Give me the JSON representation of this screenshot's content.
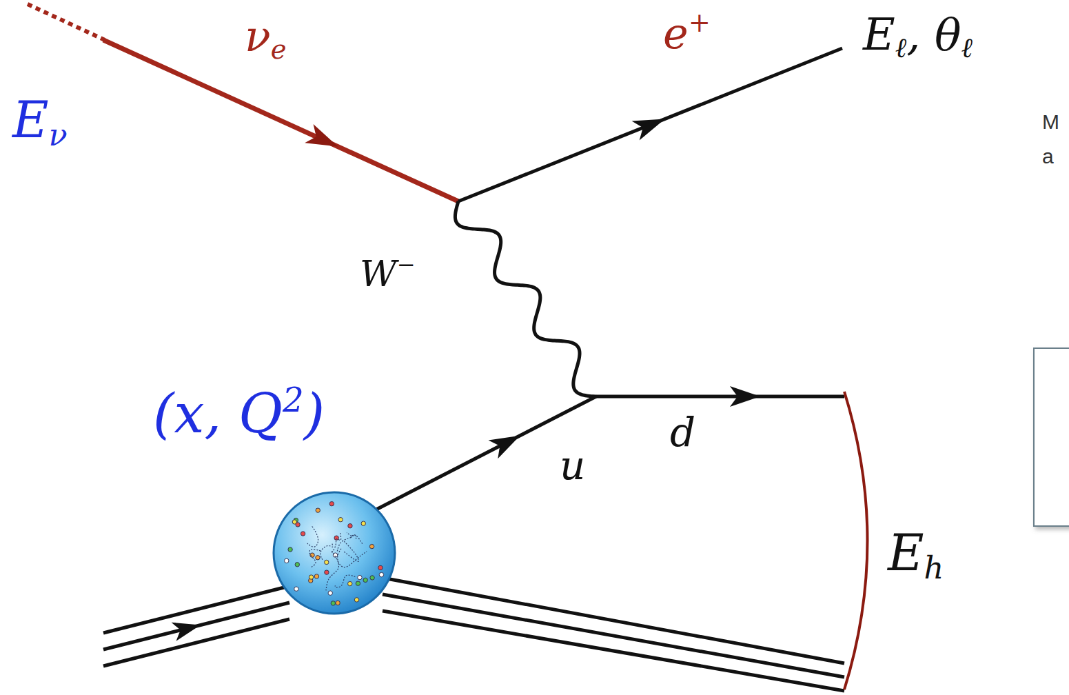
{
  "diagram": {
    "labels": [
      "E",
      "ν",
      "ν",
      "e",
      "e",
      "+",
      "E",
      "ℓ",
      ", θ",
      "ℓ",
      "W",
      "−",
      "(x, Q",
      "2",
      ")",
      "u",
      "d",
      "E",
      "h",
      "M",
      "a"
    ]
  }
}
